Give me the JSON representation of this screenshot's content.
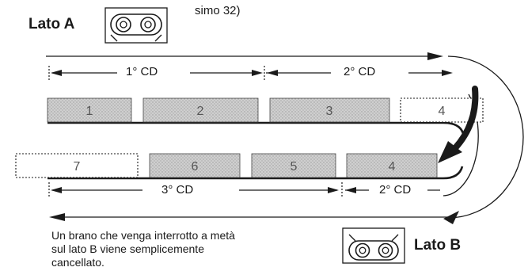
{
  "side_a": {
    "label": "Lato A",
    "icon": "cassette-icon"
  },
  "side_b": {
    "label": "Lato B",
    "icon": "cassette-icon"
  },
  "top_note": "simo 32)",
  "cd_labels": [
    "1° CD",
    "2° CD",
    "3° CD",
    "2° CD"
  ],
  "tracks_side_a": [
    {
      "number": "1",
      "state": "recorded"
    },
    {
      "number": "2",
      "state": "recorded"
    },
    {
      "number": "3",
      "state": "recorded"
    },
    {
      "number": "4",
      "state": "dotted"
    }
  ],
  "tracks_side_b": [
    {
      "number": "7",
      "state": "dotted"
    },
    {
      "number": "6",
      "state": "recorded"
    },
    {
      "number": "5",
      "state": "recorded"
    },
    {
      "number": "4",
      "state": "recorded"
    }
  ],
  "caption_lines": [
    "Un brano che venga interrotto a metà",
    "sul lato B viene semplicemente",
    "cancellato."
  ],
  "colors": {
    "ink": "#1a1a1a",
    "track_fill": "#c8c8c8"
  }
}
